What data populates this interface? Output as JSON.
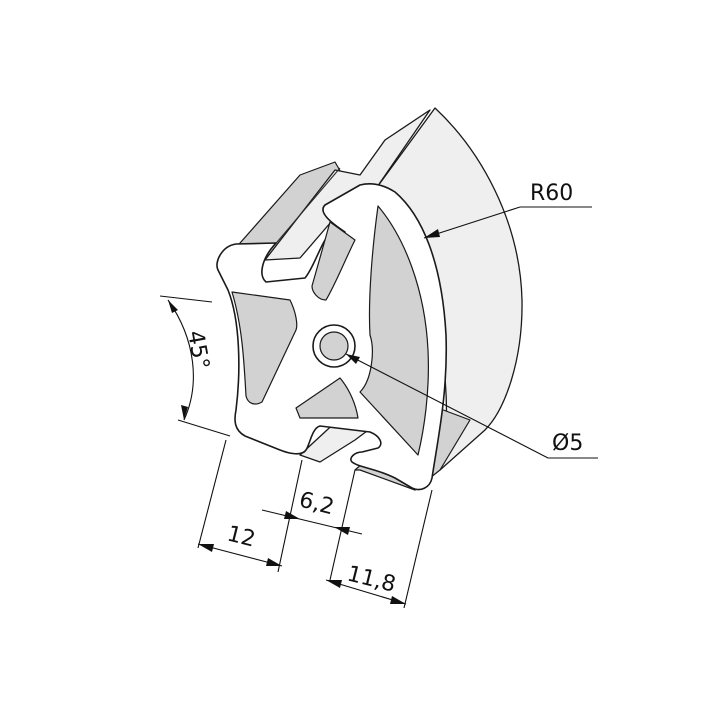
{
  "dimensions": {
    "radius": "R60",
    "diameter": "Ø5",
    "angle": "45°",
    "width_left": "12",
    "width_slot": "6,2",
    "width_right": "11,8"
  }
}
